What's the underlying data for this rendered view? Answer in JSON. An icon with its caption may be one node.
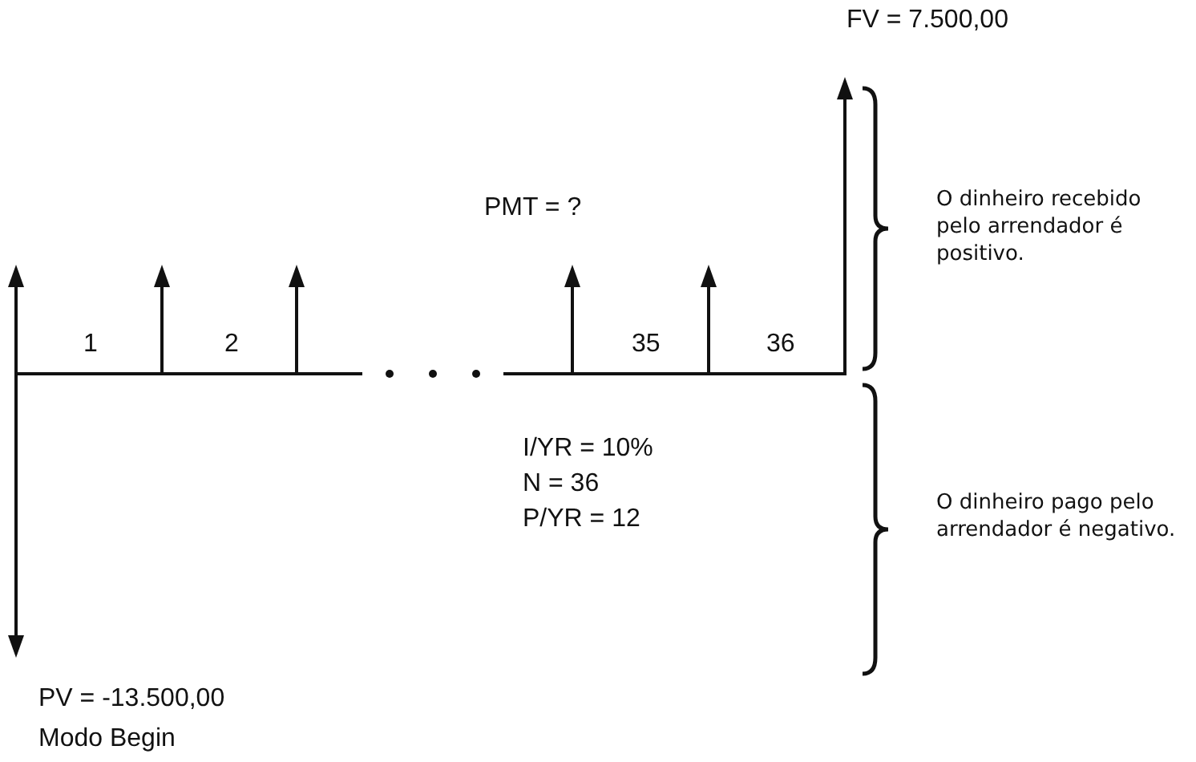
{
  "diagram": {
    "labels": [
      "FV = 7.500,00",
      "PMT = ?",
      "1",
      "2",
      "35",
      "36",
      "O dinheiro recebido pelo arrendador é positivo.",
      "I/YR = 10%",
      "N = 36",
      "P/YR = 12",
      "O dinheiro pago pelo arrendador é negativo.",
      "PV = -13.500,00",
      "Modo Begin"
    ]
  }
}
